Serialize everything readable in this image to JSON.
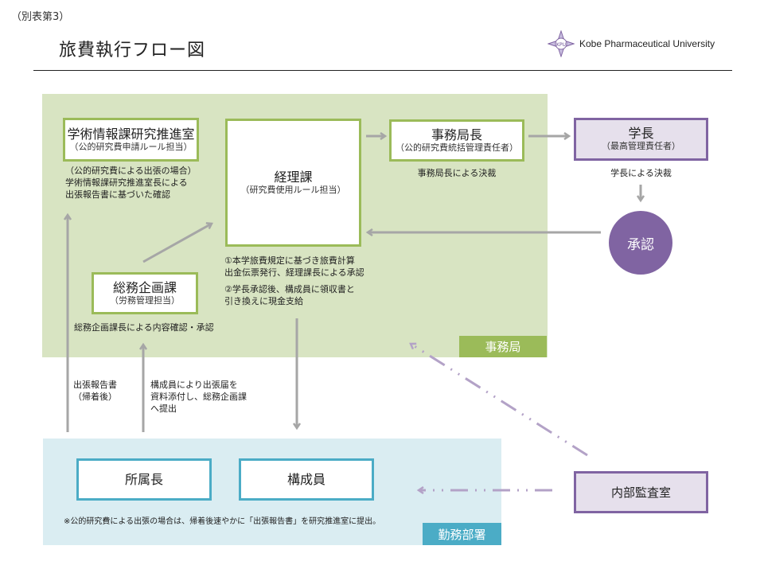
{
  "header": {
    "appendix_label": "（別表第3）",
    "title": "旅費執行フロー図",
    "logo_text": "Kobe Pharmaceutical University",
    "logo_mark": "KPU"
  },
  "zones": {
    "office": {
      "label": "事務局",
      "bg_color": "#d8e4c2",
      "tag_color": "#9bbb59"
    },
    "department": {
      "label": "勤務部署",
      "bg_color": "#daedf2",
      "tag_color": "#4bacc6"
    }
  },
  "nodes": {
    "research_office": {
      "title": "学術情報課研究推進室",
      "subtitle": "（公的研究費申請ルール担当）"
    },
    "accounting": {
      "title": "経理課",
      "subtitle": "（研究費使用ルール担当）"
    },
    "secretary_general": {
      "title": "事務局長",
      "subtitle": "（公的研究費統括管理責任者）"
    },
    "president": {
      "title": "学長",
      "subtitle": "（最高管理責任者）"
    },
    "approval": {
      "title": "承認"
    },
    "general_affairs": {
      "title": "総務企画課",
      "subtitle": "（労務管理担当）"
    },
    "dept_head": {
      "title": "所属長"
    },
    "member": {
      "title": "構成員"
    },
    "internal_audit": {
      "title": "内部監査室"
    }
  },
  "notes": {
    "research_office_note": [
      "（公的研究費による出張の場合）",
      "学術情報課研究推進室長による",
      "出張報告書に基づいた確認"
    ],
    "secretary_note": "事務局長による決裁",
    "president_note": "学長による決裁",
    "accounting_note_1": [
      "①本学旅費規定に基づき旅費計算",
      "出金伝票発行、経理課長による承認"
    ],
    "accounting_note_2": [
      "②学長承認後、構成員に領収書と",
      "引き換えに現金支給"
    ],
    "general_affairs_note": "総務企画課長による内容確認・承認",
    "trip_report_note": [
      "出張報告書",
      "（帰着後）"
    ],
    "submission_note": [
      "構成員により出張届を",
      "資料添付し、総務企画課",
      "へ提出"
    ],
    "footer_note": "※公的研究費による出張の場合は、帰着後速やかに「出張報告書」を研究推進室に提出。"
  },
  "colors": {
    "green_border": "#9bbb59",
    "blue_border": "#4bacc6",
    "purple": "#8064a2",
    "purple_fill": "#e6e0ec",
    "arrow_gray": "#a6a6a6",
    "dash_arrow": "#b3a2c7"
  }
}
